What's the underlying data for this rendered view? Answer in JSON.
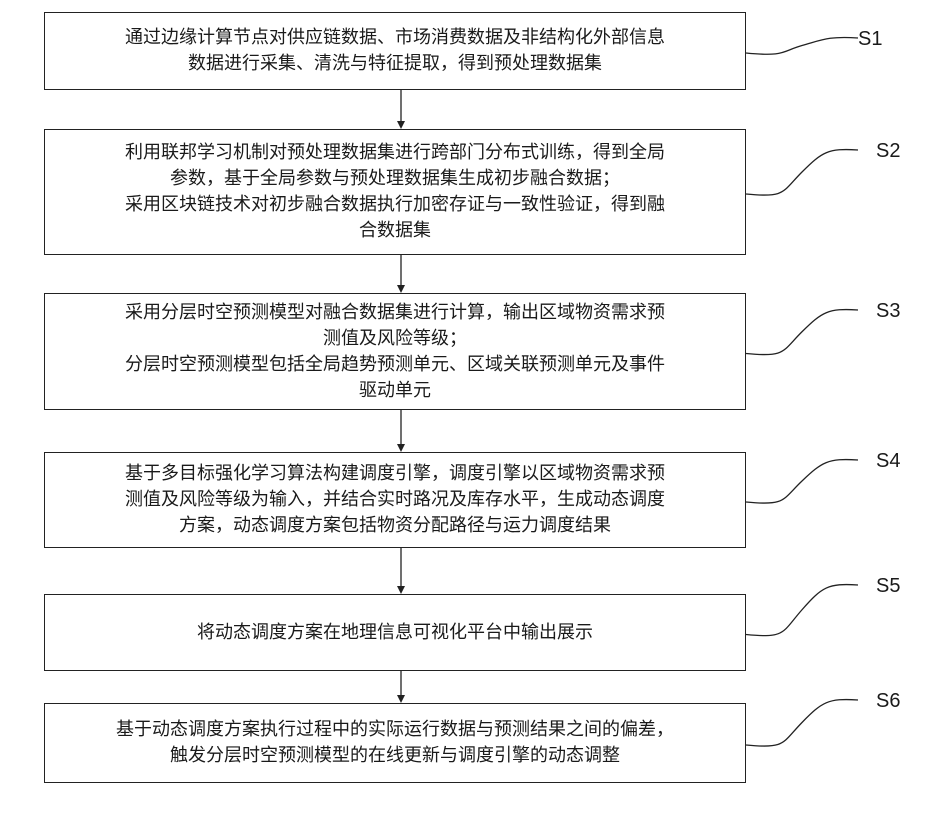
{
  "steps": [
    {
      "label": "S1",
      "lines": [
        "通过边缘计算节点对供应链数据、市场消费数据及非结构化外部信息",
        "数据进行采集、清洗与特征提取，得到预处理数据集"
      ]
    },
    {
      "label": "S2",
      "lines": [
        "利用联邦学习机制对预处理数据集进行跨部门分布式训练，得到全局",
        "参数，基于全局参数与预处理数据集生成初步融合数据；",
        "采用区块链技术对初步融合数据执行加密存证与一致性验证，得到融",
        "合数据集"
      ]
    },
    {
      "label": "S3",
      "lines": [
        "采用分层时空预测模型对融合数据集进行计算，输出区域物资需求预",
        "测值及风险等级；",
        "分层时空预测模型包括全局趋势预测单元、区域关联预测单元及事件",
        "驱动单元"
      ]
    },
    {
      "label": "S4",
      "lines": [
        "基于多目标强化学习算法构建调度引擎，调度引擎以区域物资需求预",
        "测值及风险等级为输入，并结合实时路况及库存水平，生成动态调度",
        "方案，动态调度方案包括物资分配路径与运力调度结果"
      ]
    },
    {
      "label": "S5",
      "lines": [
        "将动态调度方案在地理信息可视化平台中输出展示"
      ]
    },
    {
      "label": "S6",
      "lines": [
        "基于动态调度方案执行过程中的实际运行数据与预测结果之间的偏差，",
        "触发分层时空预测模型的在线更新与调度引擎的动态调整"
      ]
    }
  ]
}
